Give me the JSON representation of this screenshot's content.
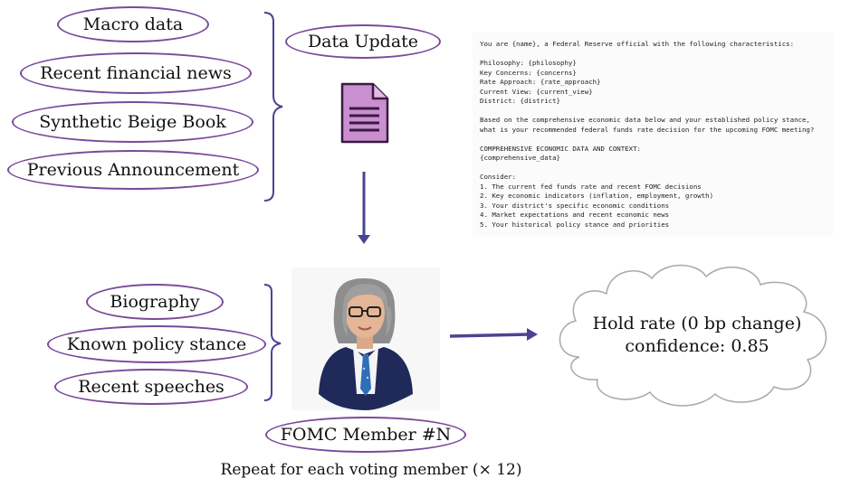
{
  "inputs_top": {
    "items": [
      "Macro data",
      "Recent financial news",
      "Synthetic Beige Book",
      "Previous Announcement"
    ]
  },
  "data_update": {
    "label": "Data Update",
    "icon": "document-icon"
  },
  "prompt": {
    "lines": [
      "You are {name}, a Federal Reserve official with the following characteristics:",
      "",
      "Philosophy: {philosophy}",
      "Key Concerns: {concerns}",
      "Rate Approach: {rate_approach}",
      "Current View: {current_view}",
      "District: {district}",
      "",
      "Based on the comprehensive economic data below and your established policy stance,",
      "what is your recommended federal funds rate decision for the upcoming FOMC meeting?",
      "",
      "COMPREHENSIVE ECONOMIC DATA AND CONTEXT:",
      "{comprehensive_data}",
      "",
      "Consider:",
      "1. The current fed funds rate and recent FOMC decisions",
      "2. Key economic indicators (inflation, employment, growth)",
      "3. Your district's specific economic conditions",
      "4. Market expectations and recent economic news",
      "5. Your historical policy stance and priorities"
    ]
  },
  "inputs_bottom": {
    "items": [
      "Biography",
      "Known policy stance",
      "Recent speeches"
    ]
  },
  "member": {
    "label": "FOMC Member #N",
    "icon": "fomc-member-avatar-icon"
  },
  "output": {
    "line1": "Hold rate (0 bp change)",
    "line2": "confidence: 0.85"
  },
  "caption": "Repeat for each voting member (× 12)",
  "colors": {
    "pill_border": "#7a4a9a",
    "arrow": "#4a4393",
    "document": "#c98fd0",
    "cloud_stroke": "#999999"
  }
}
